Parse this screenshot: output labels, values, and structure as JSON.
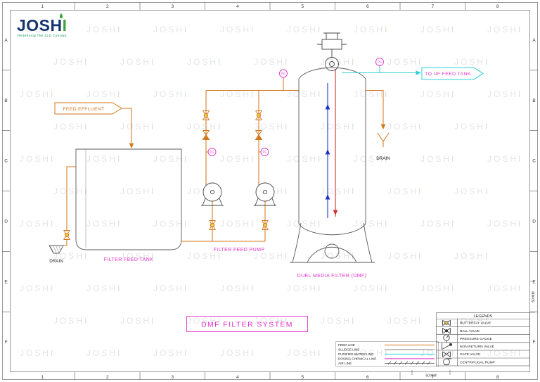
{
  "colors": {
    "feed": "#d4791e",
    "water": "#2fd0d8",
    "chem": "#e232c8",
    "sludge": "#8a8a8a",
    "air": "#555555",
    "flow_up": "#2233cc",
    "flow_down": "#cc3333",
    "watermark": "#c7cbd0",
    "accent_yellow": "#edc94c",
    "logo_navy": "#16356e",
    "logo_green": "#3da33f"
  },
  "logo": {
    "word_main": "JOSH",
    "word_accent": "I",
    "tagline": "Redefining The ZLD Concept"
  },
  "border": {
    "columns": [
      "1",
      "2",
      "3",
      "4",
      "5",
      "6",
      "7",
      "8"
    ],
    "rows": [
      "A",
      "B",
      "C",
      "D",
      "E",
      "F"
    ]
  },
  "watermark": {
    "text": "JOSHI"
  },
  "diagram": {
    "feed_effluent": "FEED EFFLUENT",
    "filter_feed_tank": "FILTER FEED TANK",
    "filter_feed_pump": "FILTER FEED PUMP",
    "dmf": "DUEL MEDIA FILTER (DMF)",
    "to_uf_feed_tank": "TO UF FEED TANK",
    "drain_left": "DRAIN",
    "drain_right": "DRAIN",
    "pg": "PG"
  },
  "title_block": {
    "title": "DMF FILTER SYSTEM"
  },
  "line_legend": {
    "items": [
      "FEED LINE",
      "SLUDGE LINE",
      "PURIFIED WATER LINE",
      "DOSING CHEMICAL LINE",
      "AIR LINE"
    ]
  },
  "legends": {
    "title": "LEGENDS",
    "items": [
      "BUTTERFLY VALVE",
      "BALL VALVE",
      "PRESSURE GAUGE",
      "NON RETURN VALVE",
      "GATE VALVE",
      "CENTRIFUGAL PUMP"
    ]
  },
  "dimensions": {
    "bottom": "50 MM",
    "right": "50 MM"
  }
}
